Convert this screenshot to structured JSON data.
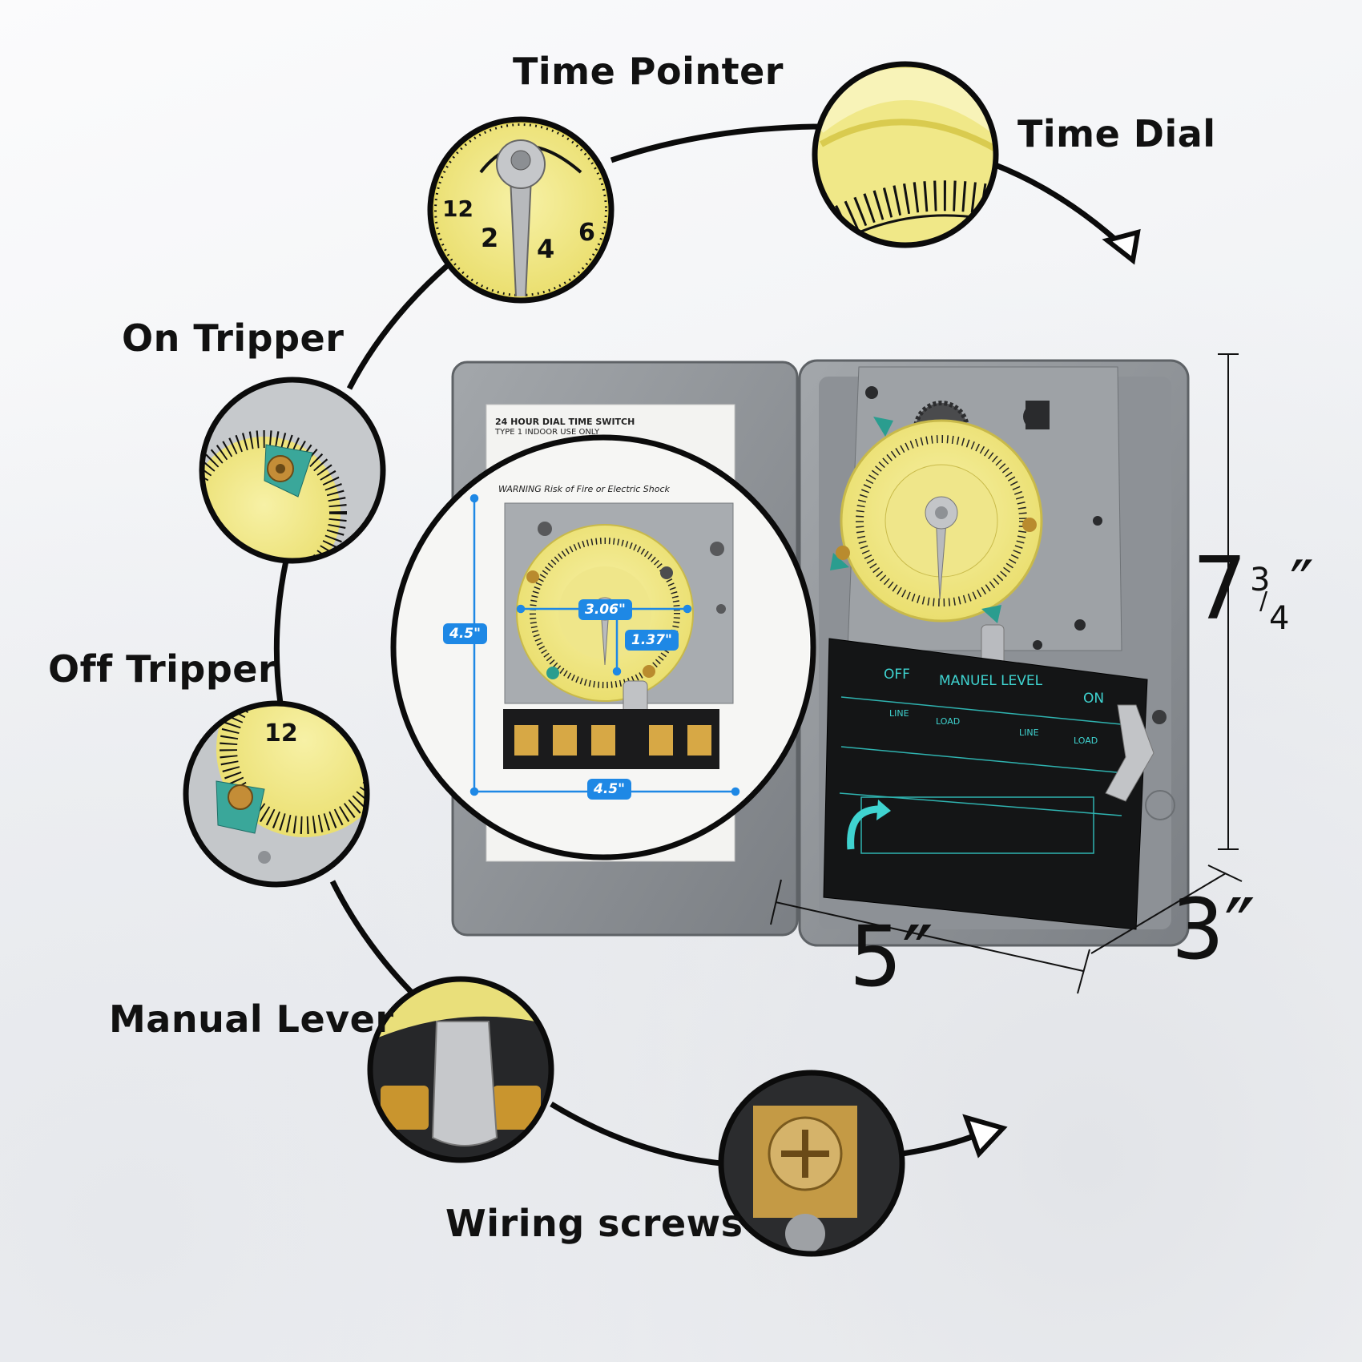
{
  "labels": {
    "time_pointer": "Time Pointer",
    "time_dial": "Time Dial",
    "on_tripper": "On Tripper",
    "off_tripper": "Off Tripper",
    "manual_lever": "Manual Lever",
    "wiring_screws": "Wiring screws"
  },
  "dimensions": {
    "height_whole": "7",
    "height_num": "3",
    "height_den": "4",
    "height_mark": "″",
    "width": "5″",
    "depth": "3″"
  },
  "inner_dimensions": {
    "height": "4.5\"",
    "width": "4.5\"",
    "dial_diameter": "3.06\"",
    "dial_radius": "1.37\""
  },
  "door_sheet": {
    "title": "24 HOUR DIAL TIME SWITCH",
    "line1": "TYPE 1 INDOOR USE ONLY",
    "warning": "WARNING Risk of Fire or Electric Shock"
  },
  "panel": {
    "off": "OFF",
    "on": "ON",
    "manual_lever": "MANUEL LEVEL",
    "terminals": [
      "LINE",
      "LOAD",
      "LINE",
      "LOAD"
    ]
  },
  "colors": {
    "dial_yellow": "#f2e98a",
    "case_gray": "#8e9297",
    "accent_blue": "#1e88e5",
    "panel_black": "#141516",
    "panel_text": "#3fd3d0"
  }
}
